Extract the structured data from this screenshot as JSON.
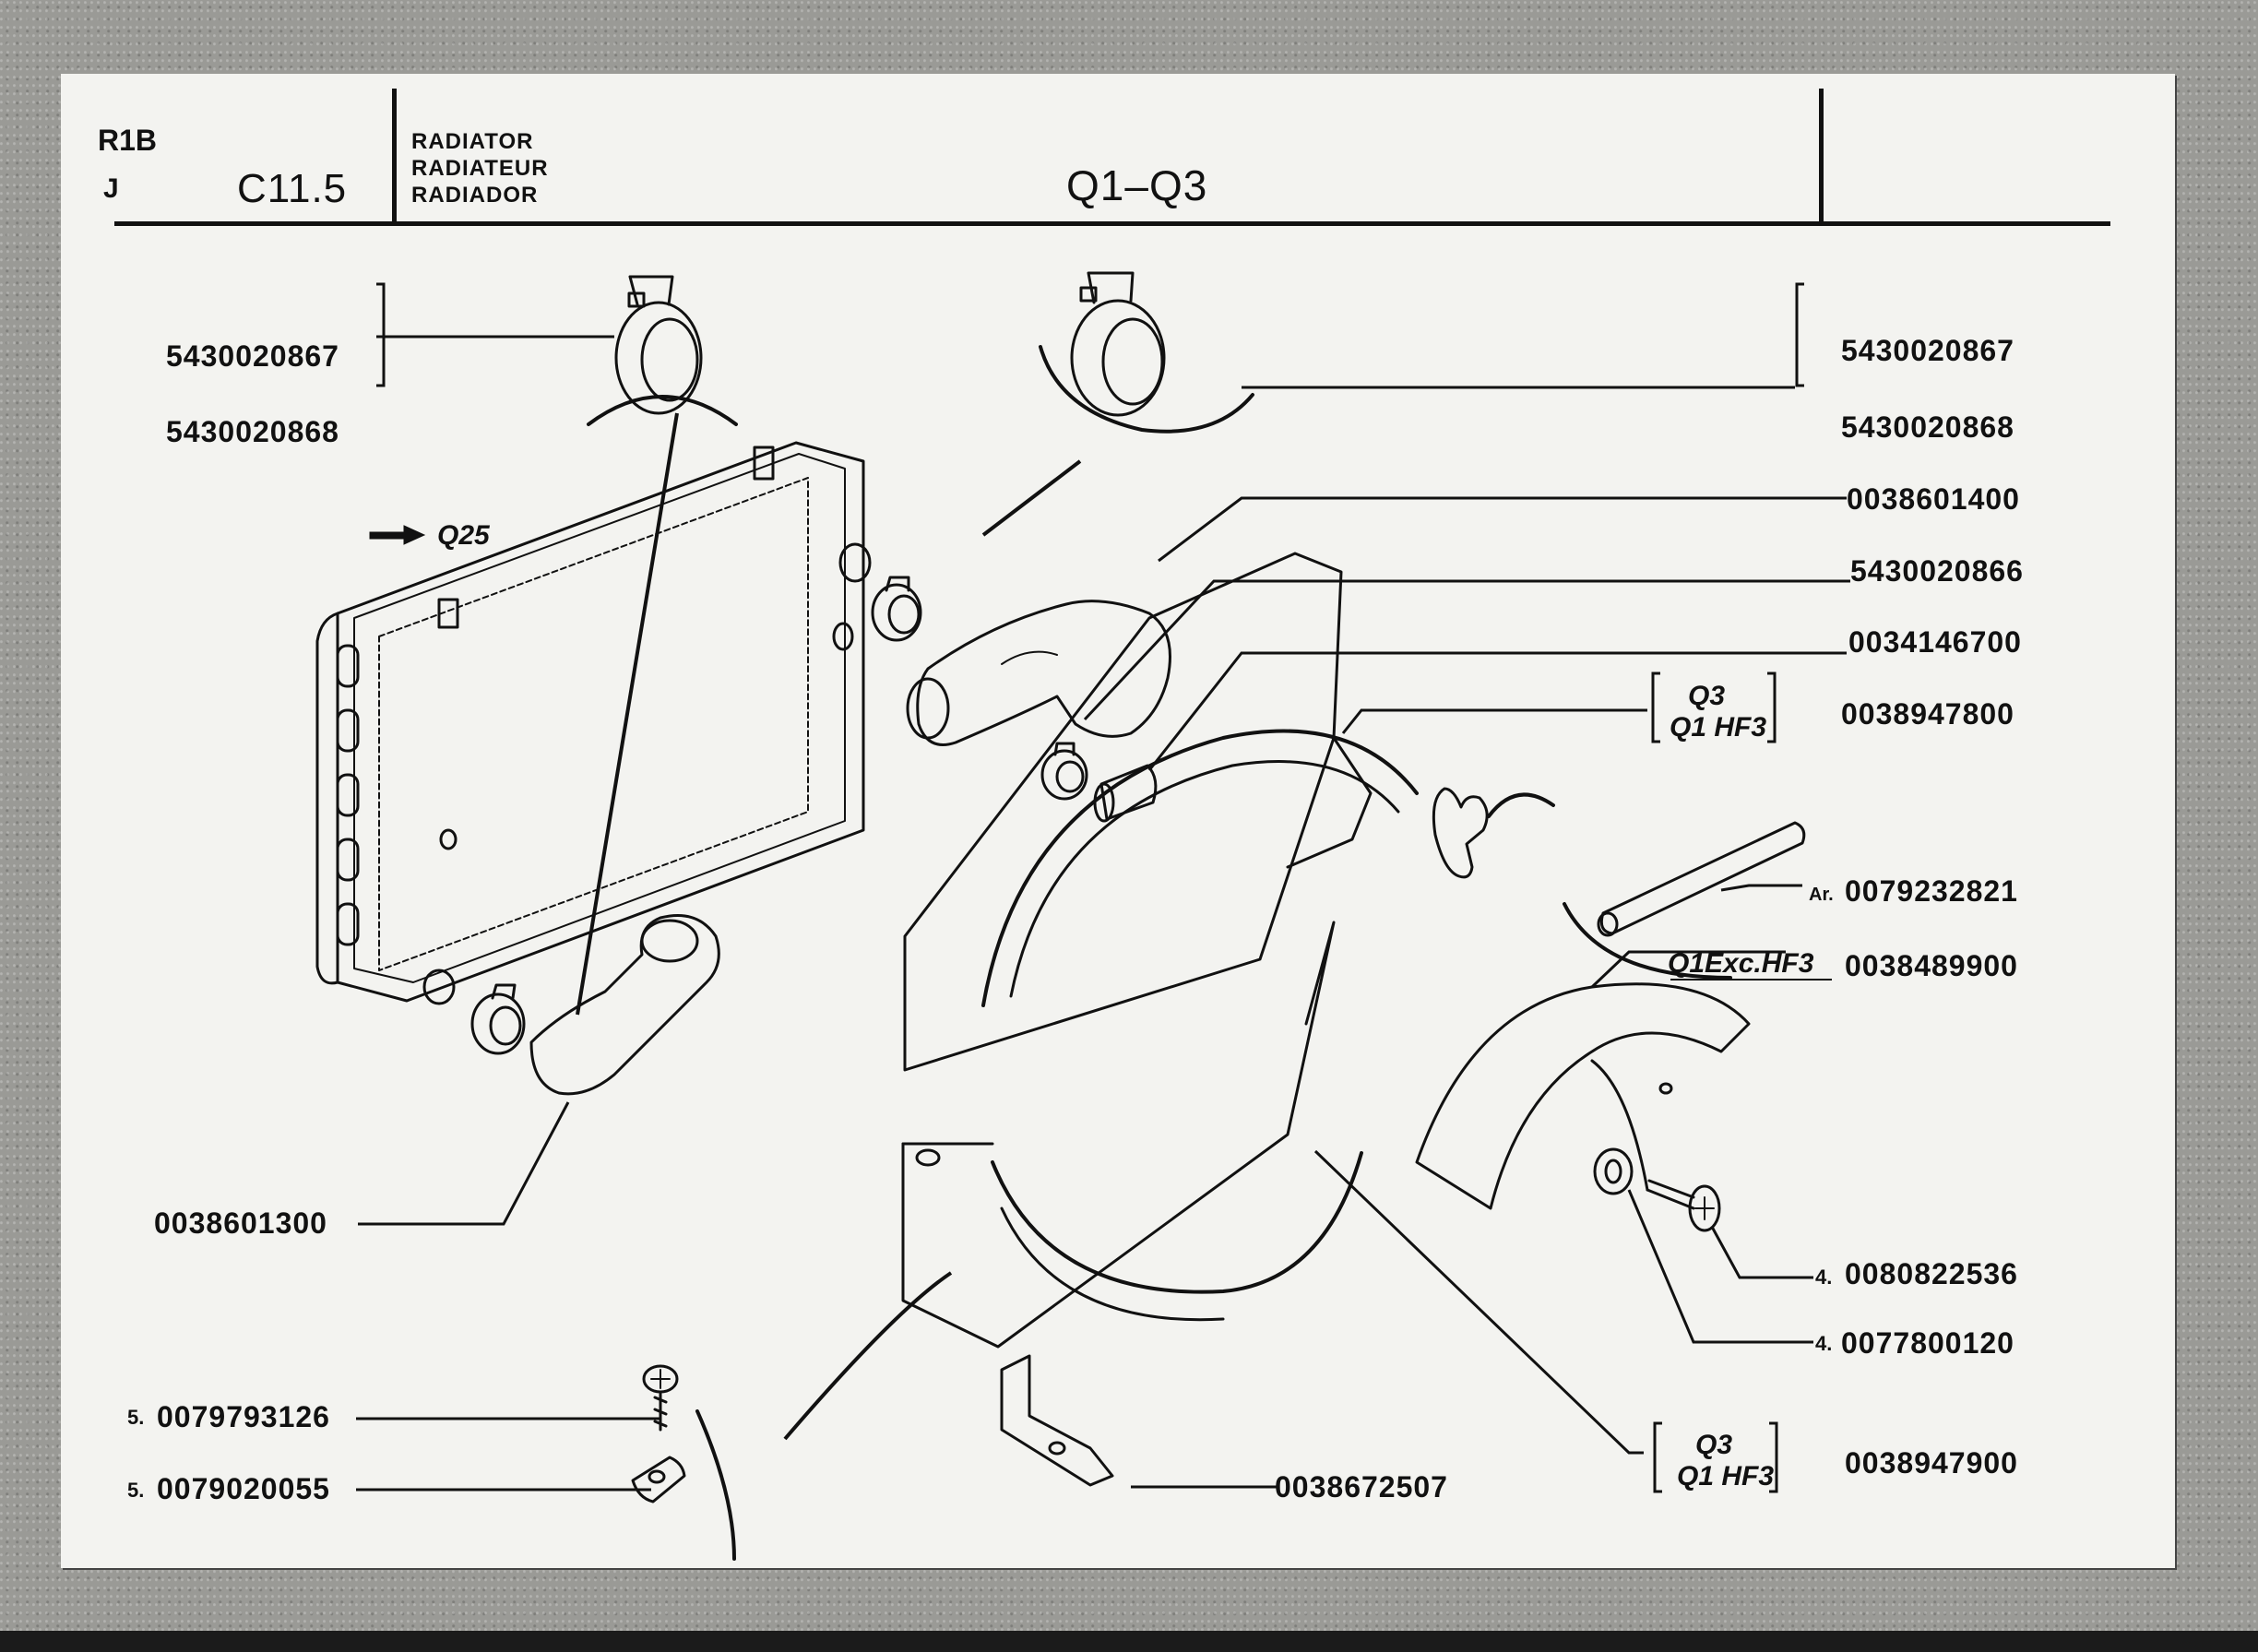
{
  "header": {
    "code_line1": "R1B",
    "code_line2": "J",
    "section": "C11.5",
    "title_en": "RADIATOR",
    "title_fr": "RADIATEUR",
    "title_es": "RADIADOR",
    "group": "Q1–Q3"
  },
  "reference": {
    "arrow_target": "Q25"
  },
  "parts": [
    {
      "number": "5430020867",
      "qty": ""
    },
    {
      "number": "5430020868",
      "qty": ""
    },
    {
      "number": "5430020867",
      "qty": ""
    },
    {
      "number": "5430020868",
      "qty": ""
    },
    {
      "number": "0038601400",
      "qty": ""
    },
    {
      "number": "5430020866",
      "qty": ""
    },
    {
      "number": "0034146700",
      "qty": ""
    },
    {
      "number": "0038947800",
      "qty": "",
      "applicability": [
        "Q3",
        "Q1 HF3"
      ]
    },
    {
      "number": "0079232821",
      "qty": "Ar."
    },
    {
      "number": "0038489900",
      "qty": "",
      "applicability": [
        "Q1Exc.HF3"
      ]
    },
    {
      "number": "0080822536",
      "qty": "4."
    },
    {
      "number": "0077800120",
      "qty": "4."
    },
    {
      "number": "0038601300",
      "qty": ""
    },
    {
      "number": "0079793126",
      "qty": "5."
    },
    {
      "number": "0079020055",
      "qty": "5."
    },
    {
      "number": "0038672507",
      "qty": ""
    },
    {
      "number": "0038947900",
      "qty": "",
      "applicability": [
        "Q3",
        "Q1 HF3"
      ]
    }
  ]
}
